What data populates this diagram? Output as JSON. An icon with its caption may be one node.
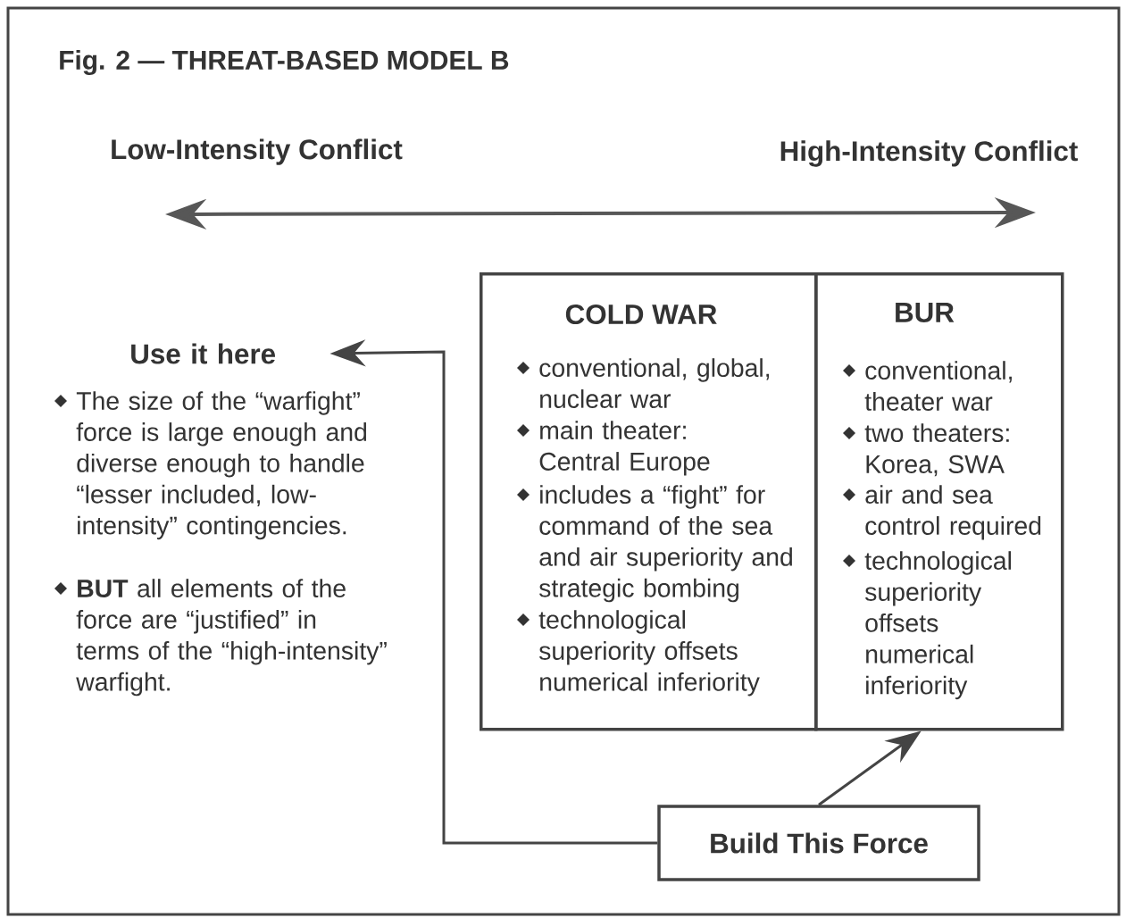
{
  "diagram": {
    "title": "Fig. 2 — THREAT-BASED MODEL B",
    "nodes": [
      {
        "text": [
          "Use it here"
        ]
      },
      {
        "text": [
          "COLD WAR",
          "conventional, global, nuclear war",
          "main theater: Central Europe",
          "includes a “fight” for command of the sea and air superiority and strategic bombing",
          "technological superiority offsets numerical inferiority"
        ]
      },
      {
        "text": [
          "BUR",
          "conventional, theater war",
          "two theaters: Korea, SWA",
          "air and sea control required",
          "technological superiority offsets numerical inferiority"
        ]
      },
      {
        "text": [
          "Build This Force"
        ]
      }
    ],
    "edges": [
      {
        "from": 3,
        "to": 0,
        "arrow": "to"
      },
      {
        "from": 3,
        "to": 2,
        "arrow": "to"
      }
    ],
    "labels": [
      "Low-Intensity Conflict",
      "High-Intensity Conflict",
      "The size of the “warfight” force is large enough and diverse enough to handle “lesser included, low-intensity” contingencies.",
      "**BUT** all elements of the force are “justified” in terms of the “high-intensity” warfight."
    ]
  }
}
